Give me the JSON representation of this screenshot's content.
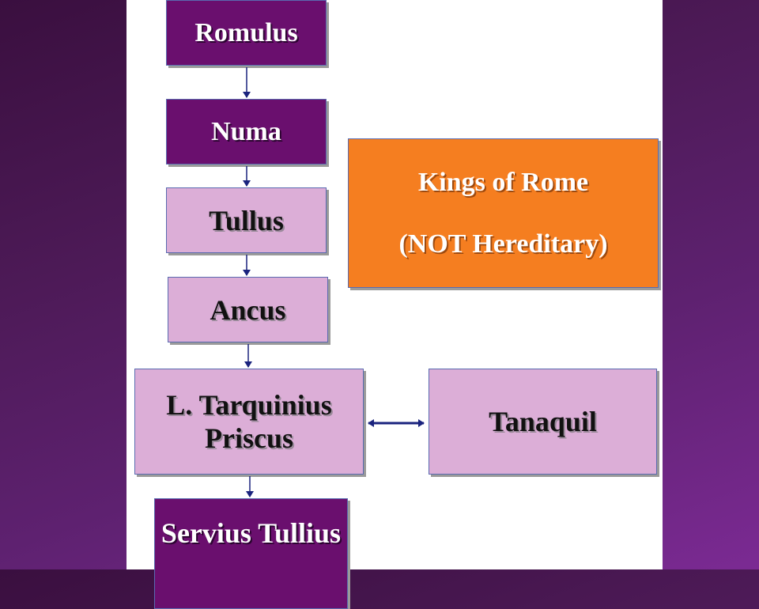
{
  "diagram": {
    "nodes": {
      "romulus": "Romulus",
      "numa": "Numa",
      "tullus": "Tullus",
      "ancus": "Ancus",
      "tarquinius": "L. Tarquinius Priscus",
      "tanaquil": "Tanaquil",
      "servius": "Servius Tullius"
    },
    "title_box": {
      "line1": "Kings of Rome",
      "line2": "(NOT Hereditary)"
    }
  },
  "colors": {
    "background_purple": "#5e2170",
    "dark_box": "#6a0f6e",
    "light_box": "#dcaed7",
    "orange_box": "#f57e20",
    "arrow": "#1a237e"
  }
}
